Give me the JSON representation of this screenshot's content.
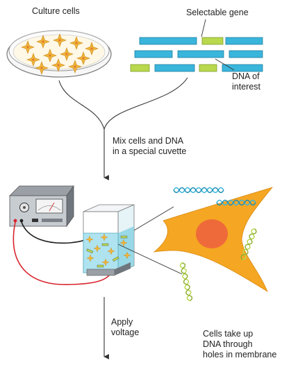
{
  "labels": {
    "culture_cells": "Culture cells",
    "selectable_gene": "Selectable gene",
    "dna_of_interest": "DNA of\ninterest",
    "mix_step": "Mix cells and DNA\nin a special cuvette",
    "apply_voltage": "Apply\nvoltage",
    "cells_take_up": "Cells take up\nDNA through\nholes in membrane"
  },
  "colors": {
    "dish_star": "#f0b43a",
    "dna_cyan": "#3ab5dc",
    "dna_green": "#b9d84e",
    "cell_body": "#f5a623",
    "nucleus": "#ef6a3a",
    "cuvette_liquid": "#aee3ef",
    "wire_red": "#d8242c",
    "wire_black": "#1a1a1a"
  }
}
